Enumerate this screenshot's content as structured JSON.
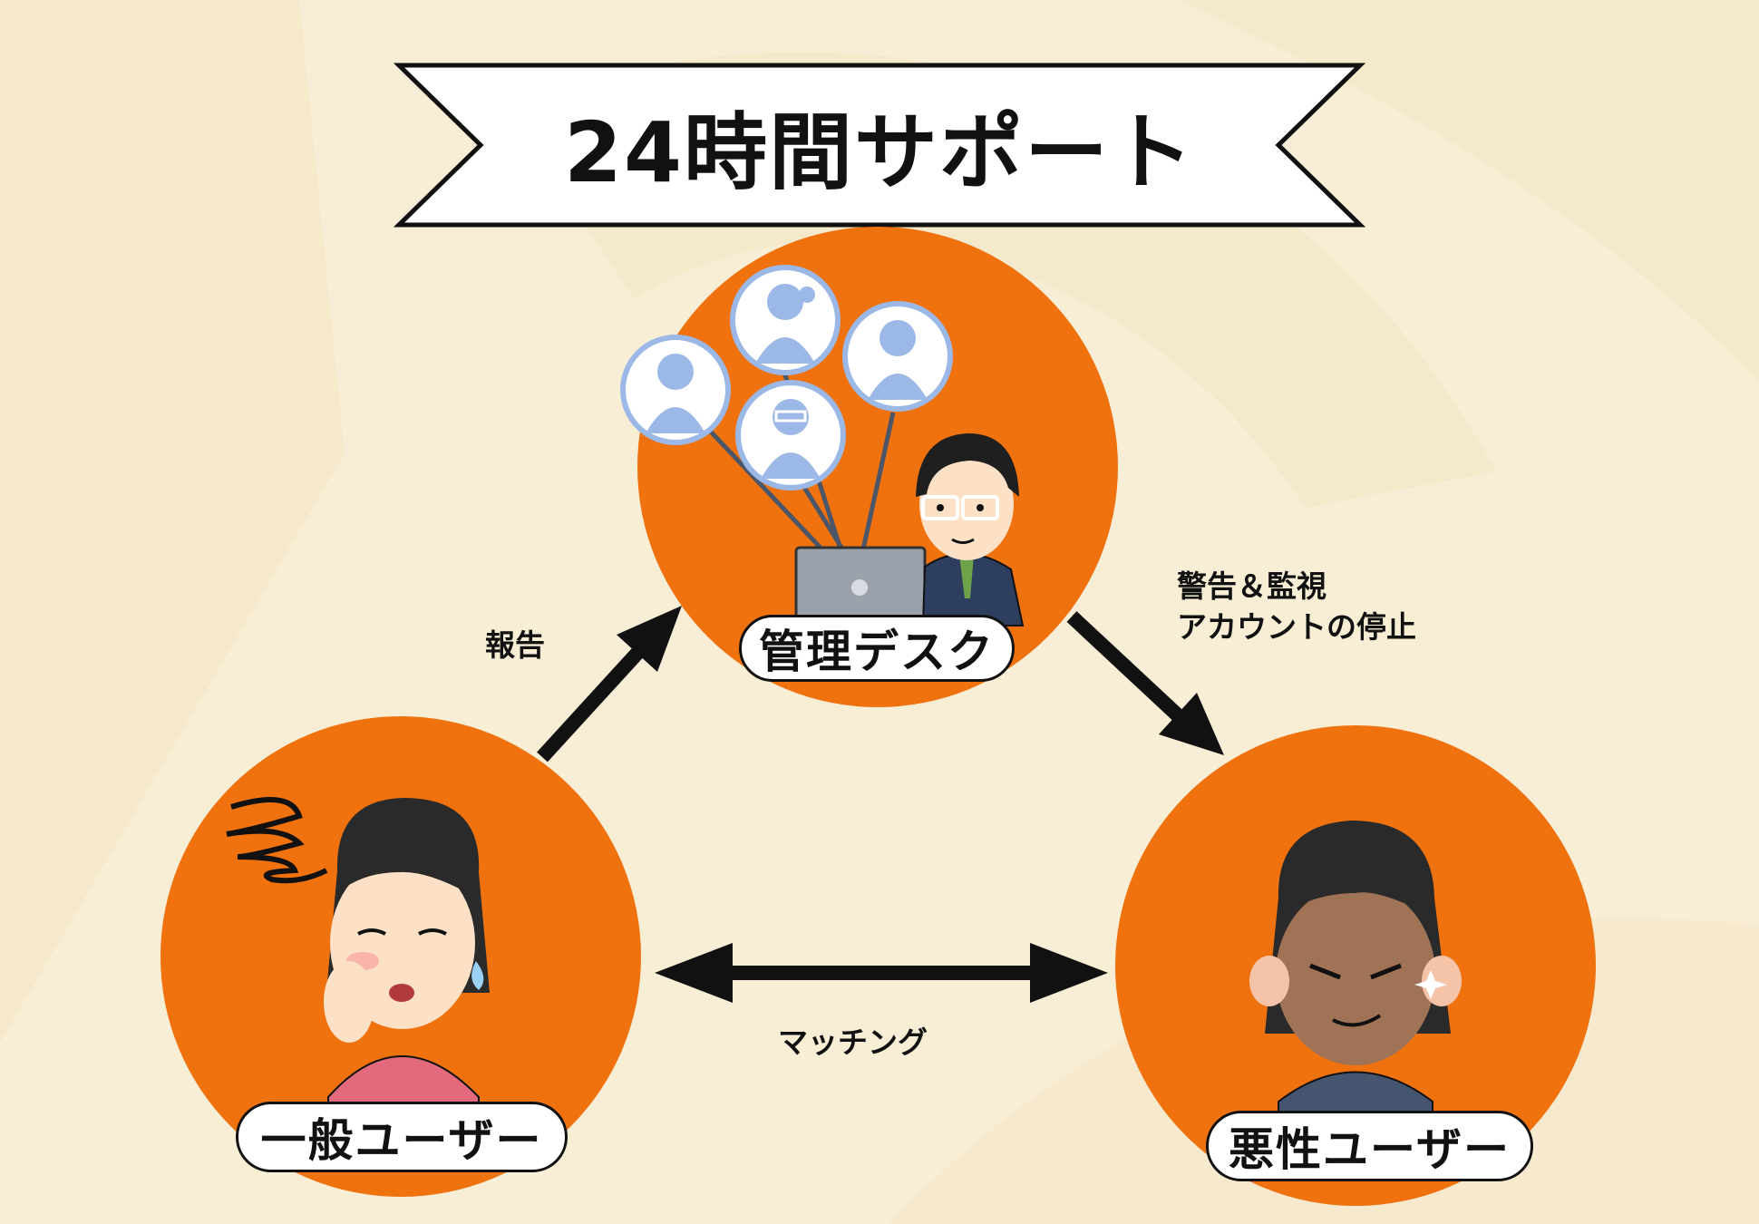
{
  "title": "24時間サポート",
  "nodes": {
    "admin": {
      "label": "管理デスク"
    },
    "general_user": {
      "label": "一般ユーザー"
    },
    "malicious_user": {
      "label": "悪性ユーザー"
    }
  },
  "edges": {
    "report": "報告",
    "warning_line1": "警告＆監視",
    "warning_line2": "アカウントの停止",
    "matching": "マッチング"
  },
  "colors": {
    "background": "#f8eed6",
    "node_fill": "#ef720f",
    "node_icon": "#9bb8e6",
    "outline": "#111111"
  }
}
